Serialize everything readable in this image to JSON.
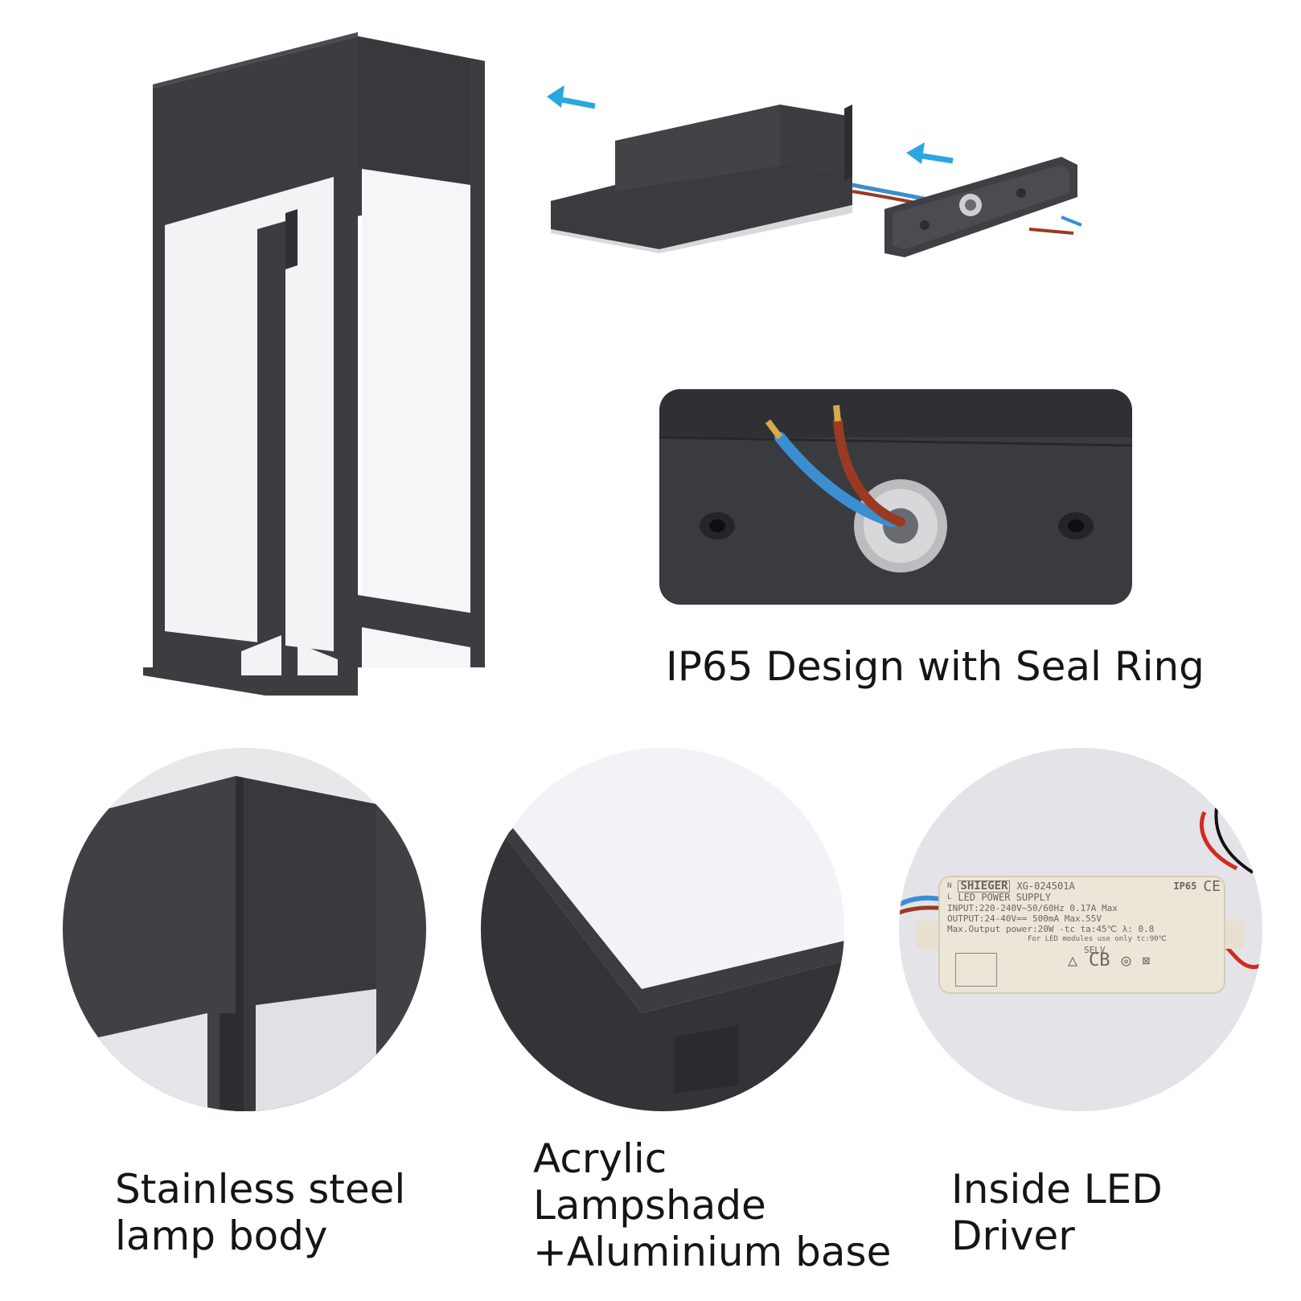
{
  "colors": {
    "lamp_body": "#3c3d41",
    "lamp_light": "#f6f6f8",
    "arrow": "#2aa7df",
    "background": "#ffffff",
    "driver_case": "#ece6d8",
    "wire_blue": "#3b8ed0",
    "wire_brown": "#9a3a22",
    "wire_red": "#d32a20"
  },
  "captions": {
    "seal_ring": "IP65 Design with Seal Ring",
    "steel_body": "Stainless steel\nlamp body",
    "acrylic": "Acrylic\nLampshade\n+Aluminium base",
    "driver": "Inside LED\nDriver"
  },
  "driver_label": {
    "brand": "SHIEGER",
    "model": "XG-024501A",
    "rating": "IP65",
    "type": "LED POWER SUPPLY",
    "input": "INPUT:220-240V~50/60Hz 0.17A Max",
    "output": "OUTPUT:24-40V== 500mA  Max.55V",
    "power": "Max.Output power:20W  -tc  ta:45℃  λ: 0.8",
    "note": "For LED modules use only   tc:90℃",
    "selv": "SELV",
    "ce": "CE",
    "cb": "CB",
    "n": "N",
    "l": "L"
  }
}
